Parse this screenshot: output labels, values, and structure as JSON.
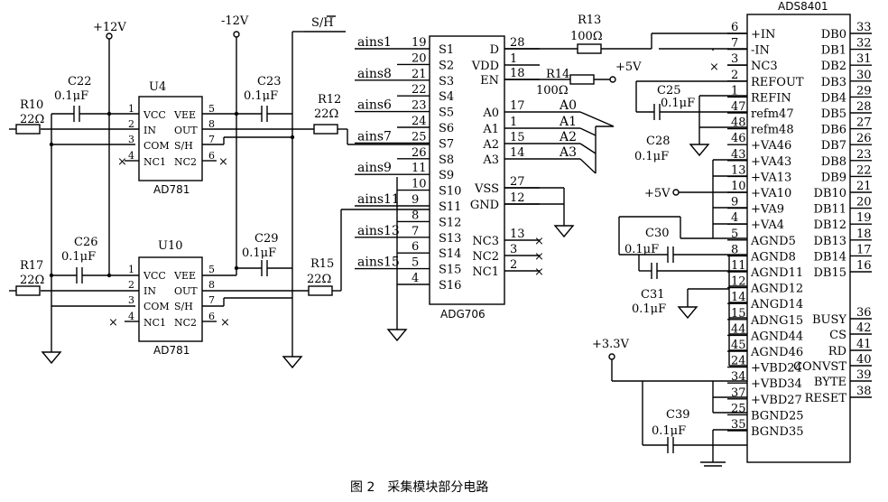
{
  "rails": {
    "p12v": "+12V",
    "n12v": "-12V",
    "sh": "S/H",
    "p5v_top": "+5V",
    "p5v_mid": "+5V",
    "p3v3": "+3.3V"
  },
  "components": {
    "u4": {
      "designator": "U4",
      "part": "AD781",
      "left_pins": [
        {
          "num": "1",
          "name": "VCC"
        },
        {
          "num": "2",
          "name": "IN"
        },
        {
          "num": "3",
          "name": "COM"
        },
        {
          "num": "4",
          "name": "NC1"
        }
      ],
      "right_pins": [
        {
          "num": "5",
          "name": "VEE"
        },
        {
          "num": "8",
          "name": "OUT"
        },
        {
          "num": "7",
          "name": "S/H"
        },
        {
          "num": "6",
          "name": "NC2"
        }
      ]
    },
    "u10": {
      "designator": "U10",
      "part": "AD781",
      "left_pins": [
        {
          "num": "1",
          "name": "VCC"
        },
        {
          "num": "2",
          "name": "IN"
        },
        {
          "num": "3",
          "name": "COM"
        },
        {
          "num": "4",
          "name": "NC1"
        }
      ],
      "right_pins": [
        {
          "num": "5",
          "name": "VEE"
        },
        {
          "num": "8",
          "name": "OUT"
        },
        {
          "num": "7",
          "name": "S/H"
        },
        {
          "num": "6",
          "name": "NC2"
        }
      ]
    },
    "adg706": {
      "part": "ADG706",
      "left_pins": [
        {
          "num": "19",
          "name": "S1",
          "net": "ains1"
        },
        {
          "num": "20",
          "name": "S2",
          "net": ""
        },
        {
          "num": "21",
          "name": "S3",
          "net": "ains8"
        },
        {
          "num": "22",
          "name": "S4",
          "net": ""
        },
        {
          "num": "23",
          "name": "S5",
          "net": "ains6"
        },
        {
          "num": "24",
          "name": "S6",
          "net": ""
        },
        {
          "num": "25",
          "name": "S7",
          "net": "ains7"
        },
        {
          "num": "26",
          "name": "S8",
          "net": ""
        },
        {
          "num": "11",
          "name": "S9",
          "net": "ains9"
        },
        {
          "num": "10",
          "name": "S10",
          "net": ""
        },
        {
          "num": "9",
          "name": "S11",
          "net": "ains11"
        },
        {
          "num": "8",
          "name": "S12",
          "net": ""
        },
        {
          "num": "7",
          "name": "S13",
          "net": "ains13"
        },
        {
          "num": "6",
          "name": "S14",
          "net": ""
        },
        {
          "num": "5",
          "name": "S15",
          "net": "ains15"
        },
        {
          "num": "4",
          "name": "S16",
          "net": ""
        }
      ],
      "right_pins": [
        {
          "num": "28",
          "name": "D"
        },
        {
          "num": "1",
          "name": "VDD"
        },
        {
          "num": "18",
          "name": "EN"
        },
        {
          "num": "17",
          "name": "A0",
          "net": "A0"
        },
        {
          "num": "1",
          "name": "A1",
          "net": "A1"
        },
        {
          "num": "15",
          "name": "A2",
          "net": "A2"
        },
        {
          "num": "14",
          "name": "A3",
          "net": "A3"
        },
        {
          "num": "27",
          "name": "VSS"
        },
        {
          "num": "12",
          "name": "GND"
        },
        {
          "num": "13",
          "name": "NC3"
        },
        {
          "num": "3",
          "name": "NC2"
        },
        {
          "num": "2",
          "name": "NC1"
        }
      ]
    },
    "ads8401": {
      "part": "ADS8401",
      "left_pins": [
        {
          "num": "6",
          "name": "+IN"
        },
        {
          "num": "7",
          "name": "-IN"
        },
        {
          "num": "3",
          "name": "NC3"
        },
        {
          "num": "2",
          "name": "REFOUT"
        },
        {
          "num": "1",
          "name": "REFIN"
        },
        {
          "num": "47",
          "name": "refm47"
        },
        {
          "num": "48",
          "name": "refm48"
        },
        {
          "num": "46",
          "name": "+VA46"
        },
        {
          "num": "43",
          "name": "+VA43"
        },
        {
          "num": "13",
          "name": "+VA13"
        },
        {
          "num": "10",
          "name": "+VA10"
        },
        {
          "num": "9",
          "name": "+VA9"
        },
        {
          "num": "4",
          "name": "+VA4"
        },
        {
          "num": "5",
          "name": "AGND5"
        },
        {
          "num": "8",
          "name": "AGND8"
        },
        {
          "num": "11",
          "name": "AGND11"
        },
        {
          "num": "12",
          "name": "AGND12"
        },
        {
          "num": "14",
          "name": "ANGD14"
        },
        {
          "num": "15",
          "name": "ADNG15"
        },
        {
          "num": "44",
          "name": "AGND44"
        },
        {
          "num": "45",
          "name": "AGND46"
        },
        {
          "num": "24",
          "name": "+VBD24"
        },
        {
          "num": "34",
          "name": "+VBD34"
        },
        {
          "num": "37",
          "name": "+VBD27"
        },
        {
          "num": "25",
          "name": "BGND25"
        },
        {
          "num": "35",
          "name": "BGND35"
        }
      ],
      "right_pins": [
        {
          "num": "33",
          "name": "DB0"
        },
        {
          "num": "32",
          "name": "DB1"
        },
        {
          "num": "31",
          "name": "DB2"
        },
        {
          "num": "30",
          "name": "DB3"
        },
        {
          "num": "29",
          "name": "DB4"
        },
        {
          "num": "28",
          "name": "DB5"
        },
        {
          "num": "27",
          "name": "DB6"
        },
        {
          "num": "26",
          "name": "DB7"
        },
        {
          "num": "23",
          "name": "DB8"
        },
        {
          "num": "22",
          "name": "DB9"
        },
        {
          "num": "21",
          "name": "DB10"
        },
        {
          "num": "20",
          "name": "DB11"
        },
        {
          "num": "19",
          "name": "DB12"
        },
        {
          "num": "18",
          "name": "DB13"
        },
        {
          "num": "17",
          "name": "DB14"
        },
        {
          "num": "16",
          "name": "DB15"
        },
        {
          "num": "36",
          "name": "BUSY"
        },
        {
          "num": "42",
          "name": "CS"
        },
        {
          "num": "41",
          "name": "RD"
        },
        {
          "num": "40",
          "name": "CONVST"
        },
        {
          "num": "39",
          "name": "BYTE"
        },
        {
          "num": "38",
          "name": "RESET"
        }
      ]
    }
  },
  "passives": {
    "r10": {
      "ref": "R10",
      "value": "22Ω"
    },
    "r17": {
      "ref": "R17",
      "value": "22Ω"
    },
    "r12": {
      "ref": "R12",
      "value": "22Ω"
    },
    "r15": {
      "ref": "R15",
      "value": "22Ω"
    },
    "r13": {
      "ref": "R13",
      "value": "100Ω"
    },
    "r14": {
      "ref": "R14",
      "value": "100Ω"
    },
    "c22": {
      "ref": "C22",
      "value": "0.1μF"
    },
    "c23": {
      "ref": "C23",
      "value": "0.1μF"
    },
    "c26": {
      "ref": "C26",
      "value": "0.1μF"
    },
    "c29": {
      "ref": "C29",
      "value": "0.1μF"
    },
    "c25": {
      "ref": "C25",
      "value": "0.1μF"
    },
    "c28": {
      "ref": "C28",
      "value": "0.1μF"
    },
    "c30": {
      "ref": "C30",
      "value": "0.1μF"
    },
    "c31": {
      "ref": "C31",
      "value": "0.1μF"
    },
    "c39": {
      "ref": "C39",
      "value": "0.1μF"
    }
  },
  "caption": "图 2　采集模块部分电路"
}
